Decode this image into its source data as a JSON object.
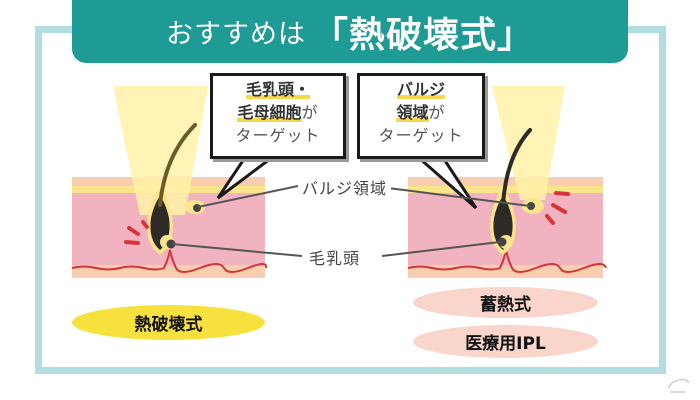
{
  "header": {
    "lead": "おすすめは",
    "main": "「熱破壊式」",
    "color": "#1d9b94"
  },
  "bubbles": {
    "left": {
      "line1": "毛乳頭・",
      "line2_hl": "毛母細胞",
      "line2_rest": "が",
      "line3": "ターゲット"
    },
    "right": {
      "line1": "バルジ",
      "line2_hl": "領域",
      "line2_rest": "が",
      "line3": "ターゲット"
    }
  },
  "callouts": {
    "bulge": "バルジ領域",
    "papilla": "毛乳頭"
  },
  "labels": {
    "left": [
      "熱破壊式"
    ],
    "right": [
      "蓄熱式",
      "医療用IPL"
    ]
  },
  "colors": {
    "frame": "#b2dde0",
    "skin_pink": "#f2b3c0",
    "skin_peach": "#f8cdb0",
    "fat_yellow": "#fbe58c",
    "beam": "#fff2a8",
    "heat_red": "#d9333a",
    "label_yellow": "#f7e13e",
    "label_pink": "#f9d5cb"
  }
}
